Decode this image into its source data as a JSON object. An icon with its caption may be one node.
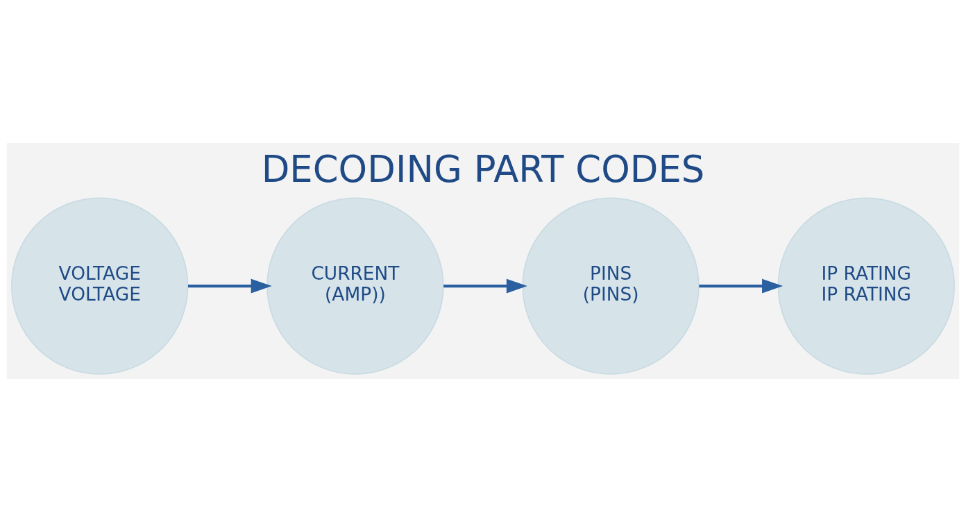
{
  "diagram": {
    "title": "DECODING PART CODES",
    "nodes": [
      {
        "text": [
          "VOLTAGE VOLTAGE"
        ]
      },
      {
        "text": [
          "CURRENT (AMP))"
        ]
      },
      {
        "text": [
          "PINS (PINS)"
        ]
      },
      {
        "text": [
          "IP RATING IP RATING"
        ]
      }
    ],
    "edges": [
      {
        "from": 0,
        "to": 1,
        "arrow": "to"
      },
      {
        "from": 1,
        "to": 2,
        "arrow": "to"
      },
      {
        "from": 2,
        "to": 3,
        "arrow": "to"
      }
    ]
  }
}
